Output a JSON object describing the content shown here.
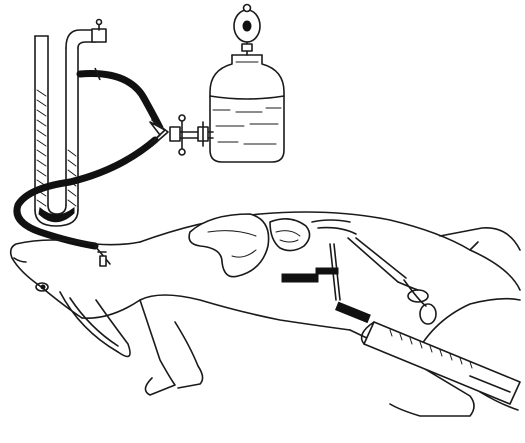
{
  "figure": {
    "components": [
      "mercury-manometer",
      "rubber-tubing",
      "y-connector",
      "fluid-reservoir-bottle",
      "rubber-bulb",
      "rabbit",
      "carotid-cannula",
      "intestines",
      "stomach",
      "hemostatic-forceps",
      "syringe"
    ]
  }
}
